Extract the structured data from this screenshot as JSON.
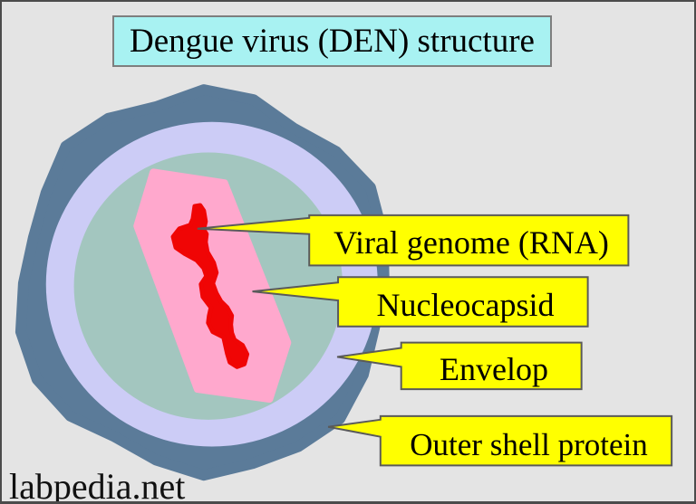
{
  "title": {
    "text": "Dengue virus (DEN) structure"
  },
  "watermark": {
    "text": "labpedia.net"
  },
  "callouts": [
    {
      "label": "Viral genome (RNA)",
      "points_to": "rna-genome"
    },
    {
      "label": "Nucleocapsid",
      "points_to": "nucleocapsid-core"
    },
    {
      "label": "Envelop",
      "points_to": "envelope-ring"
    },
    {
      "label": "Outer shell protein",
      "points_to": "outer-shell"
    }
  ],
  "structures": [
    {
      "name": "outer-shell",
      "color": "#5b7b99"
    },
    {
      "name": "envelope-ring",
      "color": "#ccccf6"
    },
    {
      "name": "nucleocapsid-matrix",
      "color": "#a3c6bf"
    },
    {
      "name": "nucleocapsid-core",
      "color": "#ffa8cd"
    },
    {
      "name": "rna-genome",
      "color": "#f00505"
    }
  ],
  "colors": {
    "background": "#e4e4e4",
    "frame_border": "#4b4b4b",
    "title_box_bg": "#a8f2f2",
    "title_box_border": "#7e7e7e",
    "callout_bg": "#ffff00",
    "callout_border": "#5a5a5a",
    "text": "#000000"
  }
}
